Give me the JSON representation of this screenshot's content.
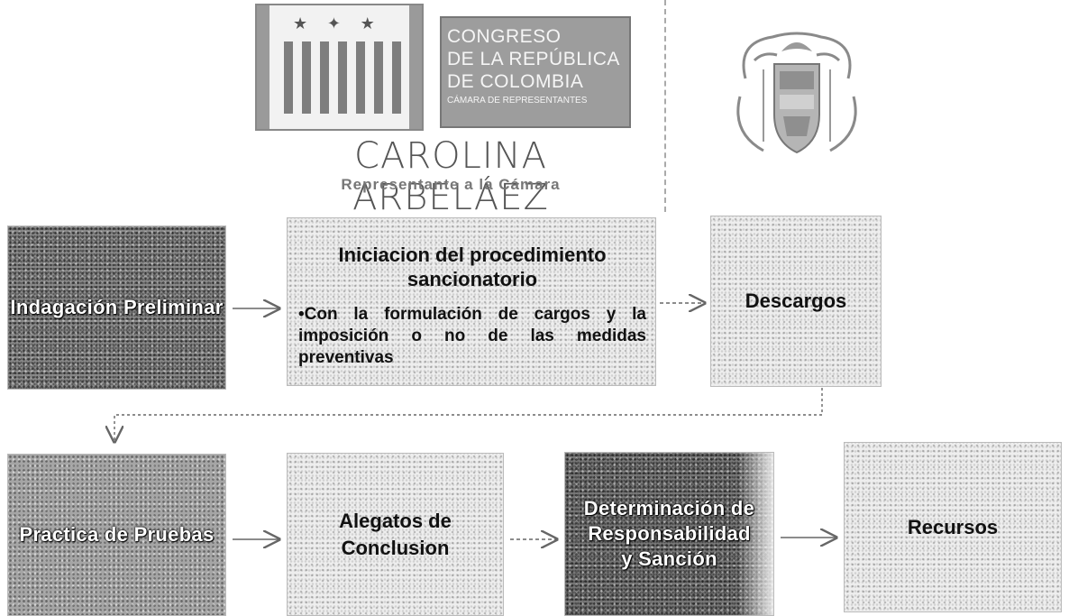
{
  "header": {
    "logo_text_lines": [
      "CONGRESO",
      "DE LA REPÚBLICA",
      "DE COLOMBIA",
      "CÁMARA DE REPRESENTANTES"
    ],
    "name": "CAROLINA ARBELÁEZ",
    "subtitle": "Representante a la Cámara"
  },
  "flow": {
    "step1": "Indagación Preliminar",
    "step2_title": "Iniciacion del procedimiento sancionatorio",
    "step2_bullet": "•Con la formulación de cargos y la imposición o no de las medidas preventivas",
    "step3": "Descargos",
    "step4": "Practica de Pruebas",
    "step5": "Alegatos de Conclusion",
    "step6": "Determinación de Responsabilidad y Sanción",
    "step7": "Recursos"
  },
  "colors": {
    "dark_box": "#8a8a8a",
    "light_box": "#eeeeee",
    "arrow": "#666666"
  }
}
